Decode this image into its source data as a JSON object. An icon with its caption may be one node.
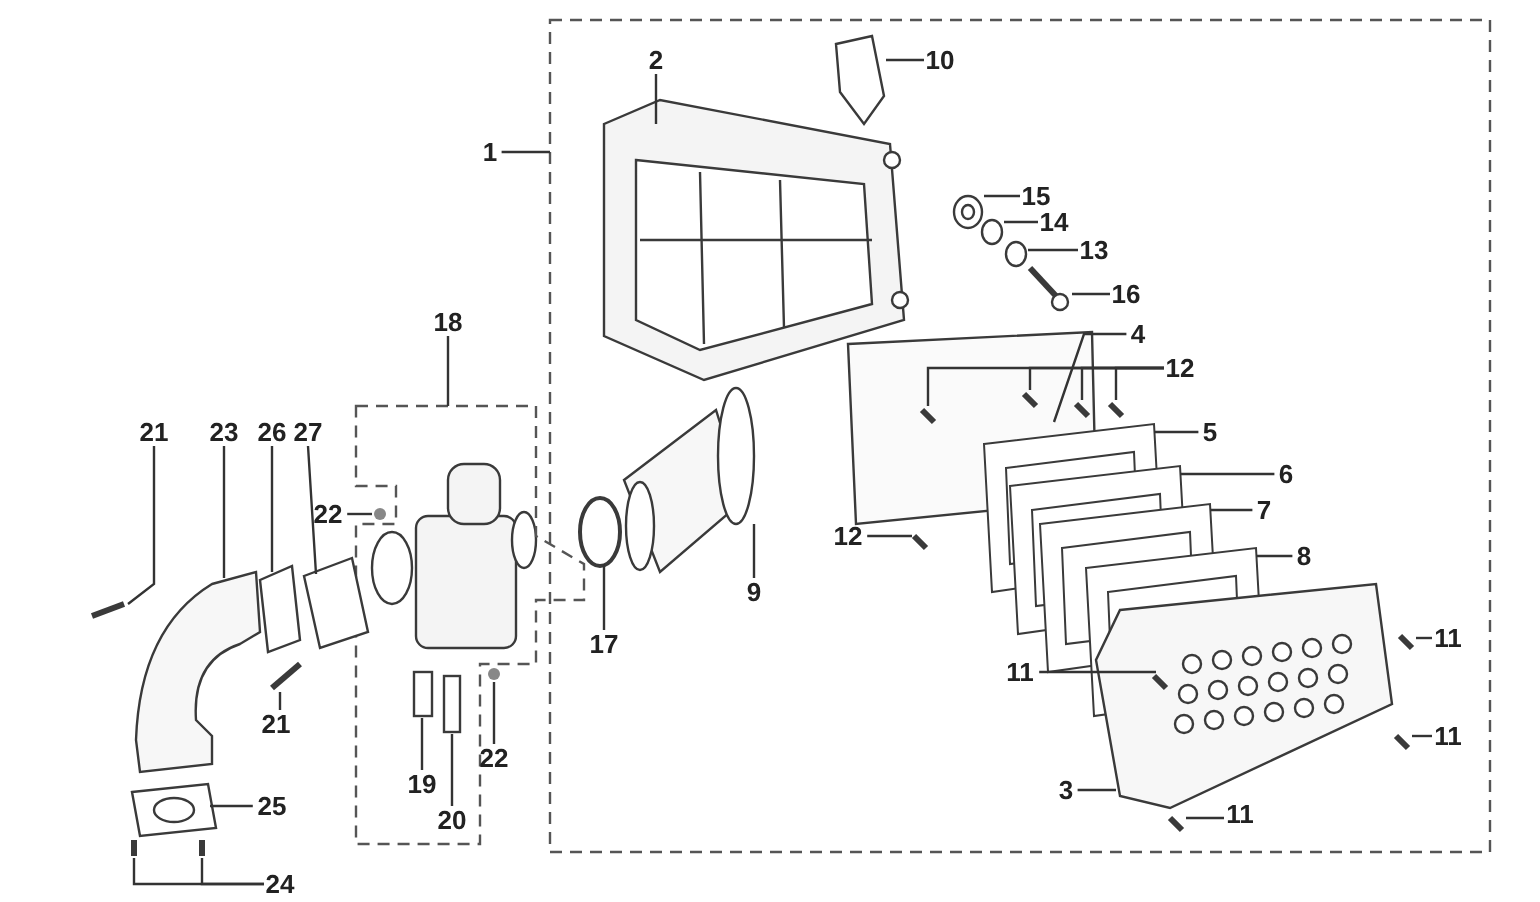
{
  "diagram": {
    "nodes": [
      {
        "text": [],
        "shape": "box"
      },
      {
        "text": [],
        "shape": "box"
      },
      {
        "text": [
          "1"
        ]
      },
      {
        "text": [
          "2"
        ],
        "in": 0
      },
      {
        "text": [
          "10"
        ],
        "in": 0
      },
      {
        "text": [
          "15"
        ],
        "in": 0
      },
      {
        "text": [
          "14"
        ],
        "in": 0
      },
      {
        "text": [
          "13"
        ],
        "in": 0
      },
      {
        "text": [
          "16"
        ],
        "in": 0
      },
      {
        "text": [
          "4"
        ],
        "in": 0
      },
      {
        "text": [
          "12"
        ],
        "in": 0
      },
      {
        "text": [
          "5"
        ],
        "in": 0
      },
      {
        "text": [
          "6"
        ],
        "in": 0
      },
      {
        "text": [
          "7"
        ],
        "in": 0
      },
      {
        "text": [
          "12"
        ],
        "in": 0
      },
      {
        "text": [
          "8"
        ],
        "in": 0
      },
      {
        "text": [
          "11"
        ],
        "in": 0
      },
      {
        "text": [
          "11"
        ],
        "in": 0
      },
      {
        "text": [
          "11"
        ],
        "in": 0
      },
      {
        "text": [
          "3"
        ],
        "in": 0
      },
      {
        "text": [
          "11"
        ],
        "in": 0
      },
      {
        "text": [
          "18"
        ]
      },
      {
        "text": [
          "21"
        ]
      },
      {
        "text": [
          "23"
        ]
      },
      {
        "text": [
          "26"
        ]
      },
      {
        "text": [
          "27"
        ]
      },
      {
        "text": [
          "22"
        ]
      },
      {
        "text": [
          "9"
        ],
        "in": 0
      },
      {
        "text": [
          "17"
        ],
        "in": 0
      },
      {
        "text": [
          "21"
        ]
      },
      {
        "text": [
          "22"
        ]
      },
      {
        "text": [
          "25"
        ]
      },
      {
        "text": [
          "19"
        ],
        "in": 1
      },
      {
        "text": [
          "20"
        ],
        "in": 1
      },
      {
        "text": [
          "24"
        ]
      },
      {
        "text": [],
        "shape": "picture",
        "in": 0
      },
      {
        "text": [],
        "shape": "picture",
        "in": 0
      },
      {
        "text": [],
        "shape": "circle",
        "in": 0
      },
      {
        "text": [],
        "shape": "circle",
        "in": 0
      },
      {
        "text": [],
        "shape": "circle",
        "in": 0
      },
      {
        "text": [],
        "shape": "picture",
        "in": 0
      },
      {
        "text": [],
        "shape": "picture",
        "in": 0
      },
      {
        "text": [],
        "shape": "picture",
        "in": 41
      },
      {
        "text": [],
        "shape": "picture",
        "in": 41
      },
      {
        "text": [],
        "shape": "picture",
        "in": 41
      },
      {
        "text": [],
        "shape": "picture",
        "in": 0
      },
      {
        "text": [],
        "shape": "picture",
        "in": 0
      },
      {
        "text": [],
        "shape": "picture",
        "in": 0
      },
      {
        "text": [],
        "shape": "picture",
        "in": 0
      },
      {
        "text": [],
        "shape": "picture",
        "in": 0
      },
      {
        "text": [],
        "shape": "picture",
        "in": 0
      },
      {
        "text": [],
        "shape": "picture",
        "in": 0
      },
      {
        "text": [],
        "shape": "picture"
      },
      {
        "text": [],
        "shape": "picture",
        "in": 0
      },
      {
        "text": [],
        "shape": "picture",
        "in": 0
      },
      {
        "text": [],
        "shape": "picture",
        "in": 0
      },
      {
        "text": [],
        "shape": "picture",
        "in": 0
      },
      {
        "text": [],
        "shape": "picture",
        "in": 0
      },
      {
        "text": [],
        "shape": "picture"
      },
      {
        "text": [],
        "shape": "picture"
      },
      {
        "text": [],
        "shape": "picture"
      },
      {
        "text": [],
        "shape": "picture"
      },
      {
        "text": [],
        "shape": "circle"
      },
      {
        "text": [],
        "shape": "picture"
      },
      {
        "text": [],
        "shape": "circle"
      },
      {
        "text": [],
        "shape": "picture"
      },
      {
        "text": [],
        "shape": "box",
        "in": 1
      },
      {
        "text": [],
        "shape": "box",
        "in": 1
      },
      {
        "text": [],
        "shape": "picture"
      },
      {
        "text": [],
        "shape": "picture"
      }
    ],
    "edges": [
      {
        "from": 2,
        "to": 0,
        "arrow": "none"
      },
      {
        "from": 3,
        "to": 35,
        "arrow": "none"
      },
      {
        "from": 4,
        "to": 36,
        "arrow": "none"
      },
      {
        "from": 5,
        "to": 37,
        "arrow": "none"
      },
      {
        "from": 6,
        "to": 38,
        "arrow": "none"
      },
      {
        "from": 7,
        "to": 39,
        "arrow": "none"
      },
      {
        "from": 8,
        "to": 40,
        "arrow": "none"
      },
      {
        "from": 9,
        "to": 41,
        "arrow": "none"
      },
      {
        "from": 10,
        "to": 42,
        "arrow": "none"
      },
      {
        "from": 10,
        "to": 43,
        "arrow": "none"
      },
      {
        "from": 10,
        "to": 44,
        "arrow": "none"
      },
      {
        "from": 10,
        "to": 45,
        "arrow": "none"
      },
      {
        "from": 11,
        "to": 46,
        "arrow": "none"
      },
      {
        "from": 12,
        "to": 47,
        "arrow": "none"
      },
      {
        "from": 13,
        "to": 48,
        "arrow": "none"
      },
      {
        "from": 15,
        "to": 49,
        "arrow": "none"
      },
      {
        "from": 14,
        "to": 50,
        "arrow": "none"
      },
      {
        "from": 16,
        "to": 51,
        "arrow": "none"
      },
      {
        "from": 17,
        "to": 52,
        "arrow": "none"
      },
      {
        "from": 18,
        "to": 53,
        "arrow": "none"
      },
      {
        "from": 19,
        "to": 55,
        "arrow": "none"
      },
      {
        "from": 20,
        "to": 54,
        "arrow": "none"
      },
      {
        "from": 21,
        "to": 1,
        "arrow": "none"
      },
      {
        "from": 22,
        "to": 58,
        "arrow": "none"
      },
      {
        "from": 23,
        "to": 59,
        "arrow": "none"
      },
      {
        "from": 24,
        "to": 60,
        "arrow": "none"
      },
      {
        "from": 25,
        "to": 61,
        "arrow": "none"
      },
      {
        "from": 26,
        "to": 62,
        "arrow": "none"
      },
      {
        "from": 27,
        "to": 56,
        "arrow": "none"
      },
      {
        "from": 28,
        "to": 57,
        "arrow": "none"
      },
      {
        "from": 29,
        "to": 63,
        "arrow": "none"
      },
      {
        "from": 30,
        "to": 64,
        "arrow": "none"
      },
      {
        "from": 31,
        "to": 65,
        "arrow": "none"
      },
      {
        "from": 32,
        "to": 66,
        "arrow": "none"
      },
      {
        "from": 33,
        "to": 67,
        "arrow": "none"
      },
      {
        "from": 34,
        "to": 68,
        "arrow": "none"
      },
      {
        "from": 34,
        "to": 69,
        "arrow": "none"
      }
    ]
  }
}
